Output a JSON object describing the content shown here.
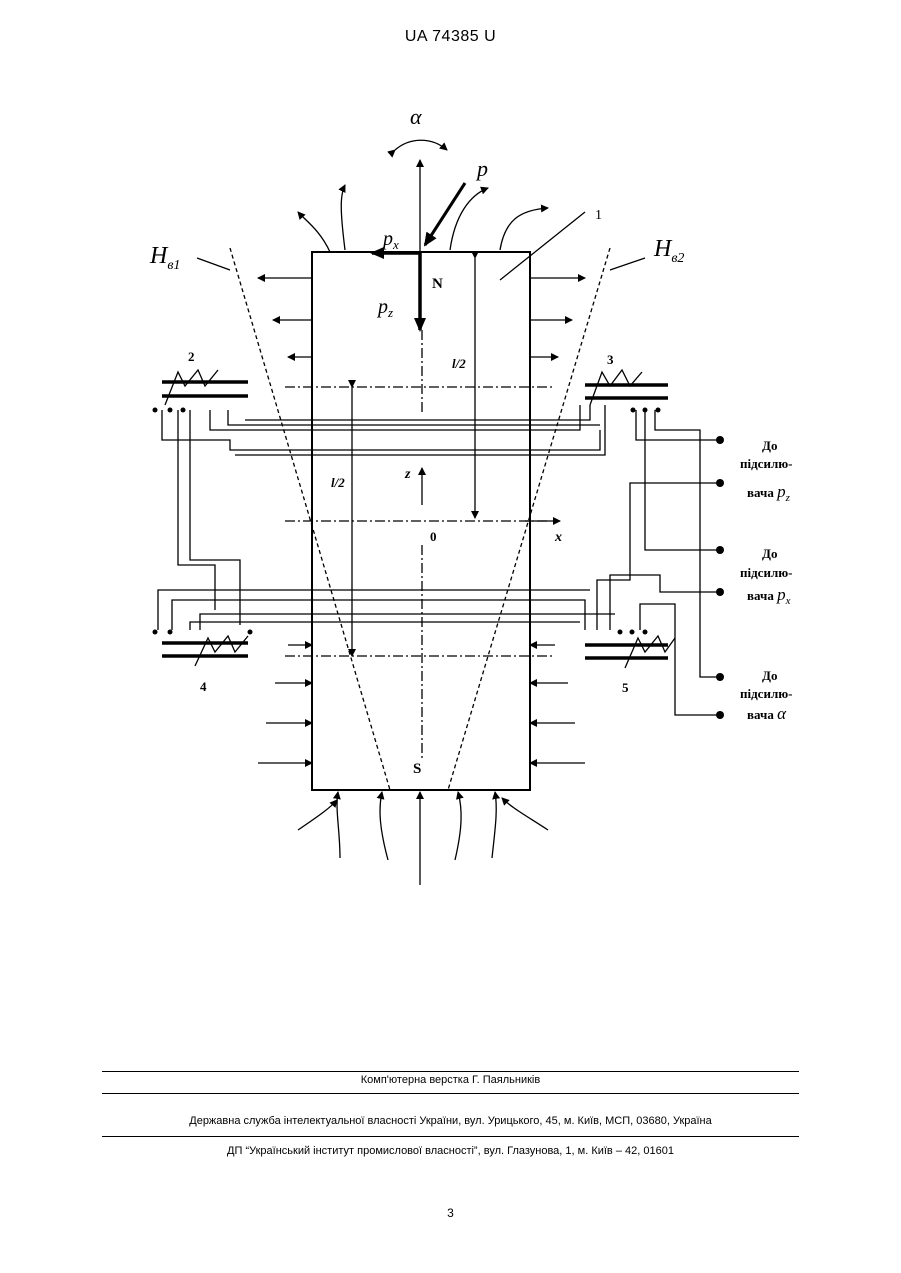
{
  "header": {
    "doc_id": "UA   74385   U"
  },
  "diagram": {
    "labels": {
      "alpha": "α",
      "p": "p",
      "px_base": "p",
      "px_sub": "x",
      "pz_base": "p",
      "pz_sub": "z",
      "N": "N",
      "S": "S",
      "one": "1",
      "hb1_base": "H",
      "hb1_sub": "в1",
      "hb2_base": "H",
      "hb2_sub": "в2",
      "half_l_top": "l/2",
      "half_l_left": "l/2",
      "z": "z",
      "zero": "0",
      "x": "x",
      "coil2": "2",
      "coil3": "3",
      "coil4": "4",
      "coil5": "5"
    },
    "amplifiers": [
      {
        "line1": "До",
        "line2": "підсилю-",
        "line3": "вача",
        "sym_base": "p",
        "sym_sub": "z"
      },
      {
        "line1": "До",
        "line2": "підсилю-",
        "line3": "вача",
        "sym_base": "p",
        "sym_sub": "x"
      },
      {
        "line1": "До",
        "line2": "підсилю-",
        "line3": "вача",
        "sym_base": "α",
        "sym_sub": ""
      }
    ]
  },
  "footer": {
    "layout_credit": "Комп'ютерна верстка Г. Паяльників",
    "service": "Державна служба інтелектуальної власності України, вул. Урицького, 45, м. Київ, МСП, 03680, Україна",
    "institute": "ДП “Український інститут промислової власності”, вул. Глазунова, 1, м. Київ – 42, 01601",
    "page_number": "3"
  }
}
